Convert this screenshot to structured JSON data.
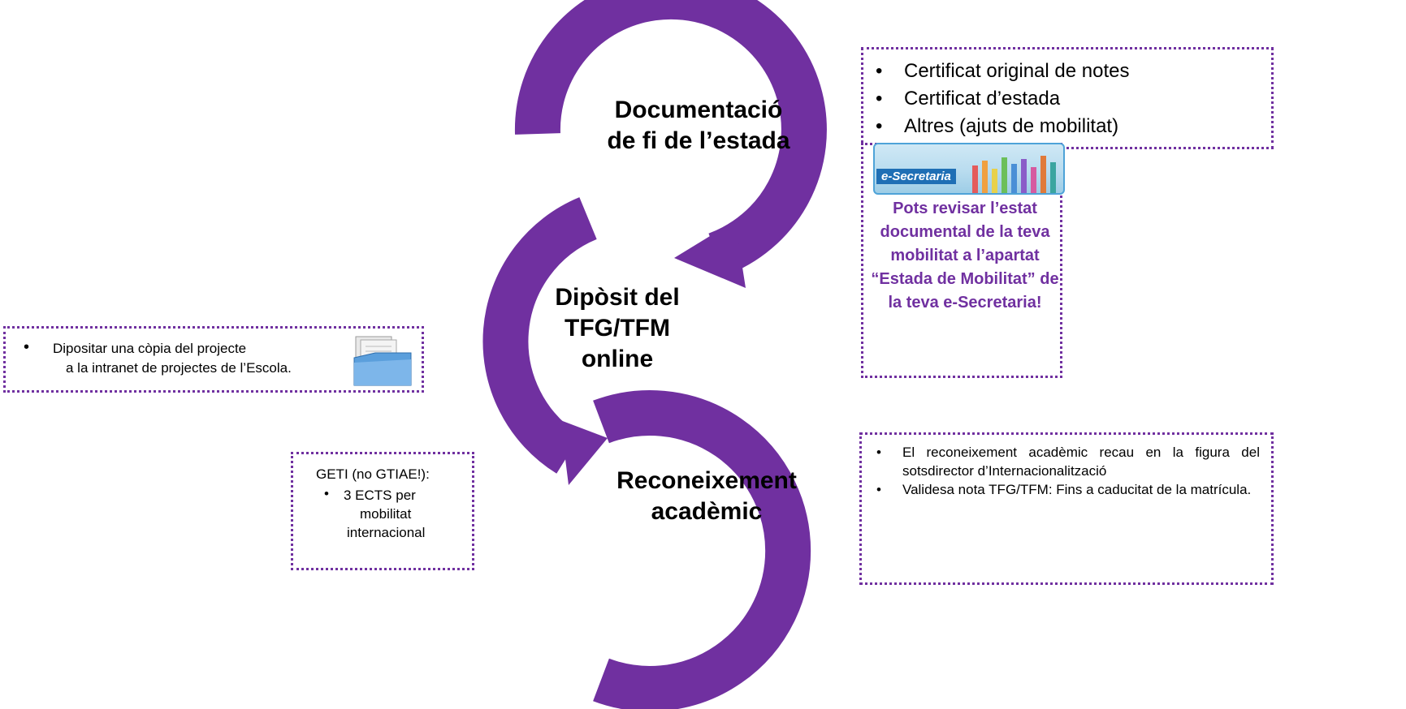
{
  "steps": {
    "documentation": "Documentació de fi de l’estada",
    "deposit": "Dipòsit del TFG/TFM online",
    "recognition": "Reconeixement acadèmic"
  },
  "documents_box": {
    "items": [
      "Certificat original de notes",
      "Certificat d’estada",
      "Altres (ajuts de mobilitat)"
    ]
  },
  "esecretaria_box": {
    "banner_text": "e-Secretaria",
    "message": "Pots revisar l’estat documental de la teva mobilitat a l’apartat “Estada de Mobilitat” de la teva e-Secretaria!"
  },
  "deposit_box": {
    "line1": "Dipositar una còpia del projecte",
    "line2": "a la intranet de projectes de l’Escola."
  },
  "geti_box": {
    "title": "GETI (no GTIAE!):",
    "line1": "3 ECTS per",
    "line2": "mobilitat",
    "line3": "internacional"
  },
  "recognition_box": {
    "items": [
      "El reconeixement acadèmic recau en la figura del sotsdirector d’Internacionalització",
      "Validesa nota TFG/TFM: Fins a caducitat de la matrícula."
    ]
  },
  "colors": {
    "accent": "#7030a0",
    "ring": "#7030a0"
  }
}
